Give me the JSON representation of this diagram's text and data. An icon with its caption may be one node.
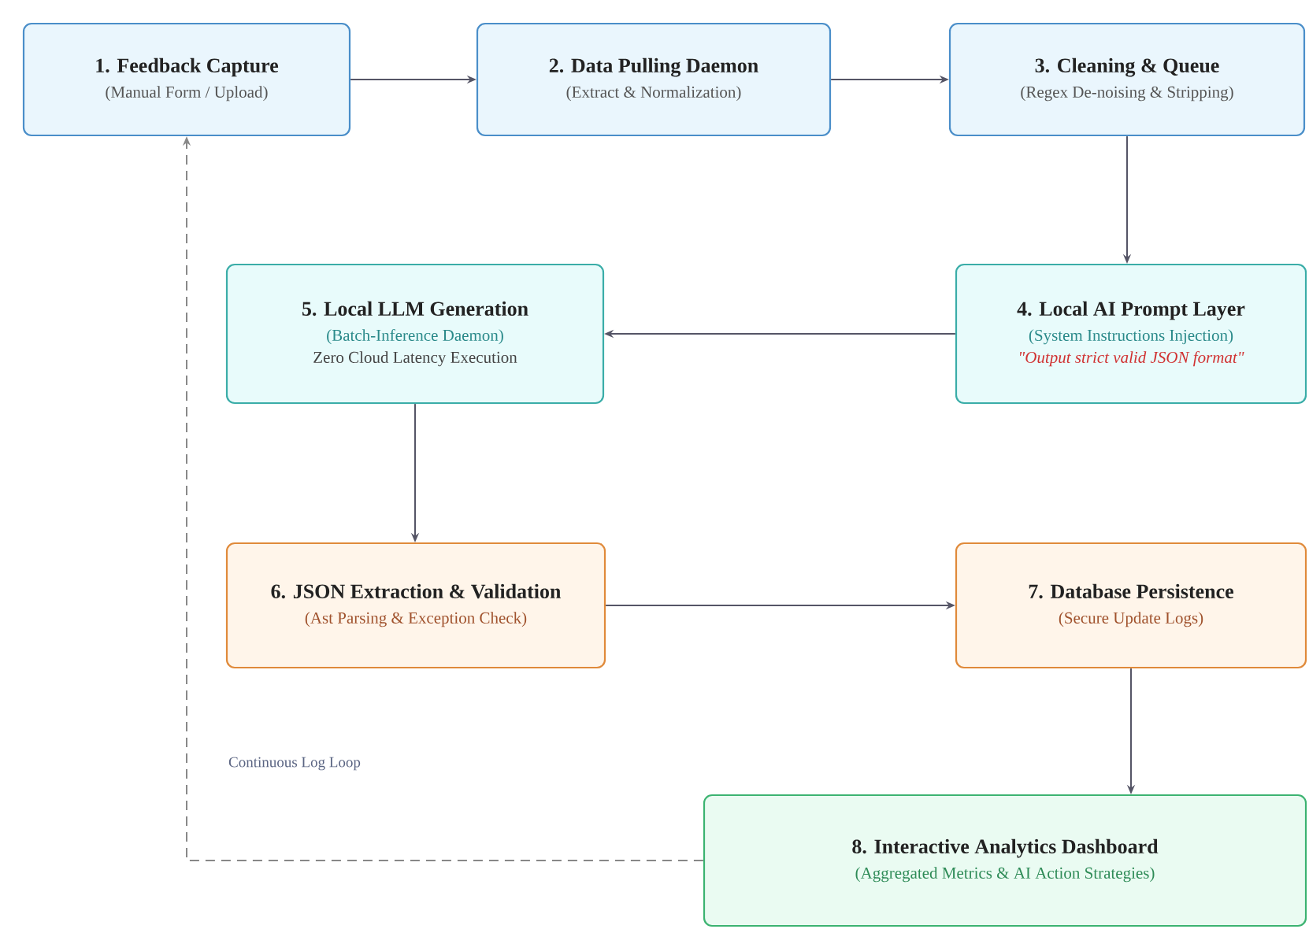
{
  "diagram": {
    "nodes": [
      {
        "text": [
          "1. Feedback Capture",
          "(Manual Form / Upload)"
        ]
      },
      {
        "text": [
          "2. Data Pulling Daemon",
          "(Extract & Normalization)"
        ]
      },
      {
        "text": [
          "3. Cleaning & Queue",
          "(Regex De-noising & Stripping)"
        ]
      },
      {
        "text": [
          "4. Local AI Prompt Layer",
          "(System Instructions Injection)",
          "\"Output strict valid JSON format\""
        ]
      },
      {
        "text": [
          "5. Local LLM Generation",
          "(Batch-Inference Daemon)",
          "Zero Cloud Latency Execution"
        ]
      },
      {
        "text": [
          "6. JSON Extraction & Validation",
          "(Ast Parsing & Exception Check)"
        ]
      },
      {
        "text": [
          "7. Database Persistence",
          "(Secure Update Logs)"
        ]
      },
      {
        "text": [
          "8. Interactive Analytics Dashboard",
          "(Aggregated Metrics & AI Action Strategies)"
        ]
      }
    ],
    "edges": [
      {
        "from": 0,
        "to": 1,
        "arrow": "to"
      },
      {
        "from": 1,
        "to": 2,
        "arrow": "to"
      },
      {
        "from": 2,
        "to": 3,
        "arrow": "to"
      },
      {
        "from": 3,
        "to": 4,
        "arrow": "to"
      },
      {
        "from": 4,
        "to": 5,
        "arrow": "to"
      },
      {
        "from": 5,
        "to": 6,
        "arrow": "to"
      },
      {
        "from": 6,
        "to": 7,
        "arrow": "to"
      },
      {
        "from": 7,
        "to": 0,
        "arrow": "to",
        "style": "dashed",
        "label": "Continuous Log Loop",
        "color": "#888888"
      }
    ]
  }
}
